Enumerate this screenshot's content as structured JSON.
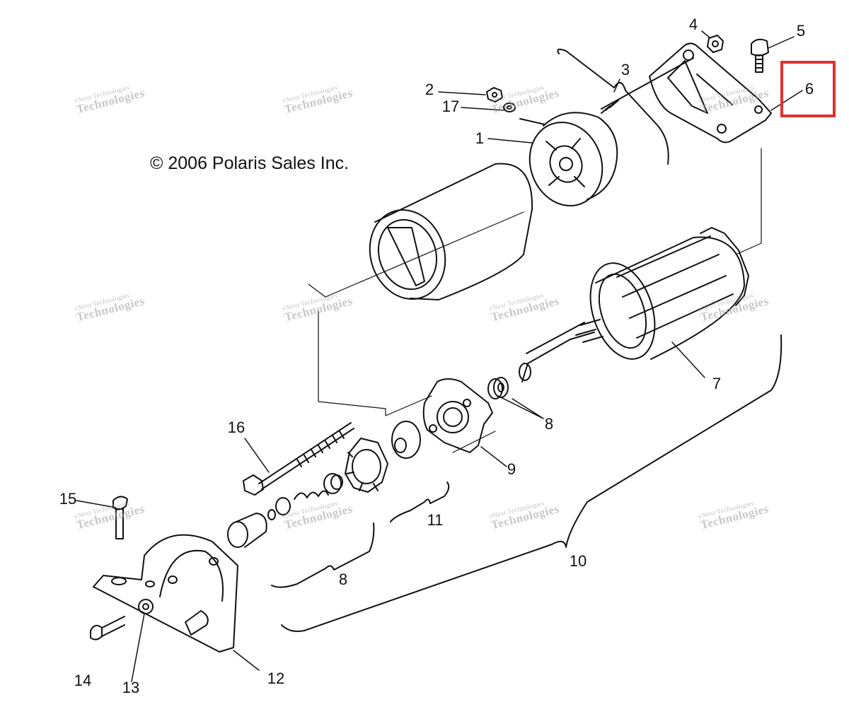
{
  "copyright": "© 2006 Polaris Sales Inc.",
  "watermark": {
    "line1": "vNext Technologies",
    "line2": "Technologies"
  },
  "highlight_color": "#e0312f",
  "highlighted_callout": "6",
  "callouts": {
    "c1": "1",
    "c2": "2",
    "c3": "3",
    "c4": "4",
    "c5": "5",
    "c6": "6",
    "c7": "7",
    "c8a": "8",
    "c8b": "8",
    "c9": "9",
    "c10": "10",
    "c11": "11",
    "c12": "12",
    "c13": "13",
    "c14": "14",
    "c15": "15",
    "c16": "16",
    "c17": "17"
  }
}
